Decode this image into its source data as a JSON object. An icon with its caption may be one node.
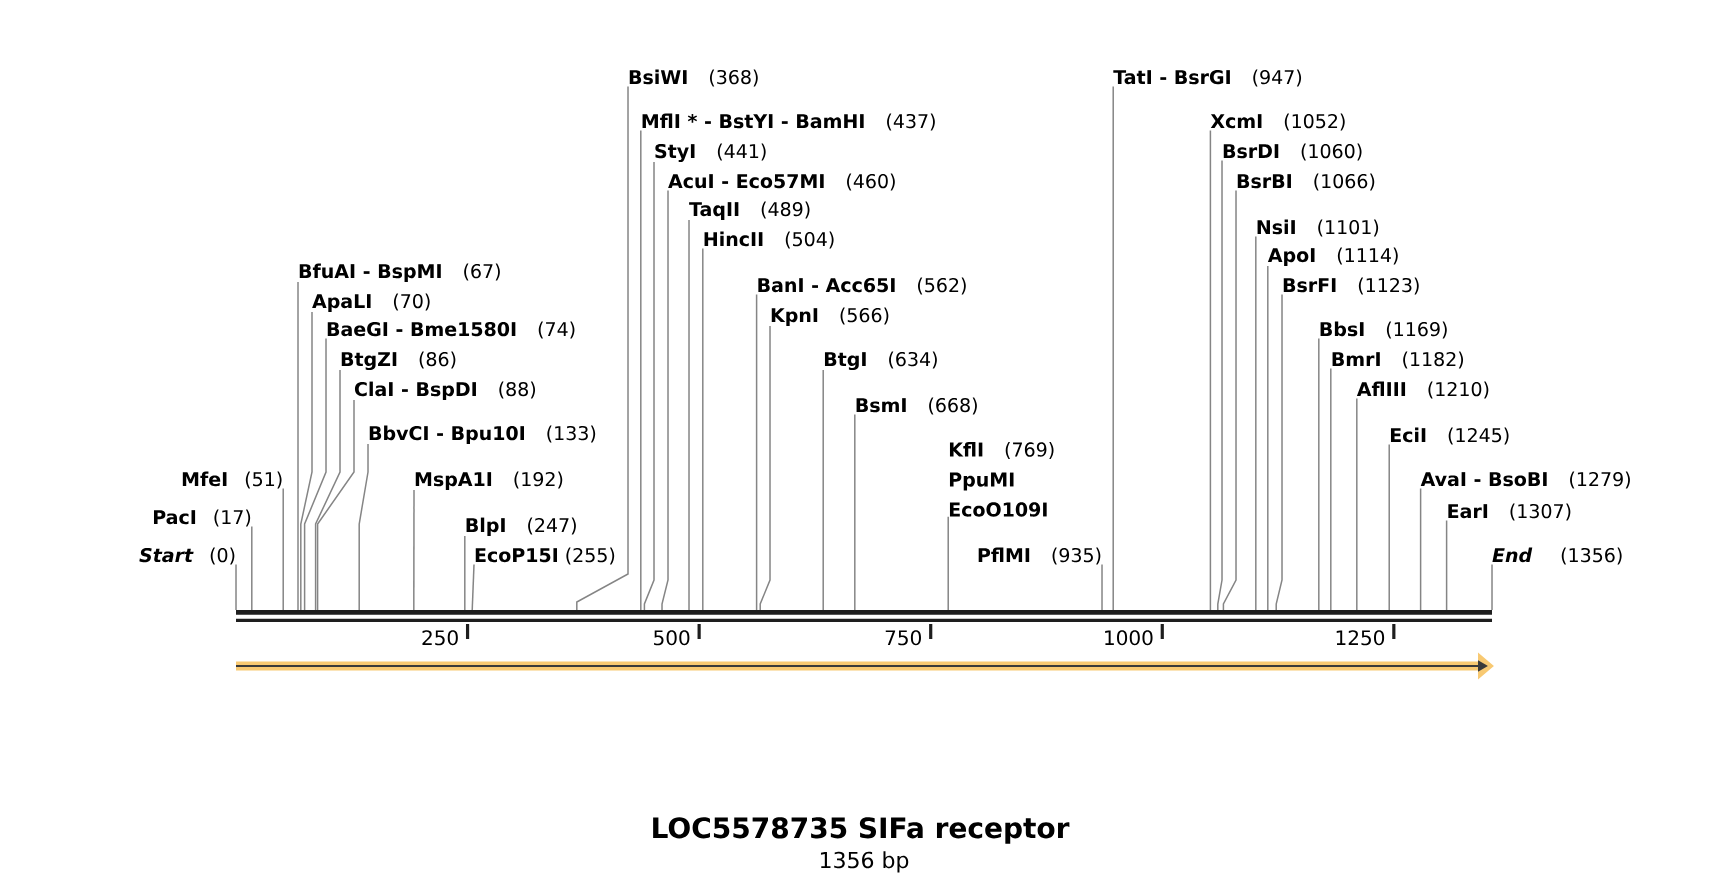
{
  "diagram": {
    "title": "LOC5578735 SIFa receptor",
    "caption": "1356 bp",
    "nodes": [
      {
        "text": [
          "Start",
          "(0)"
        ]
      },
      {
        "text": [
          "PacI",
          "(17)"
        ]
      },
      {
        "text": [
          "MfeI",
          "(51)"
        ]
      },
      {
        "text": [
          "BfuAI - BspMI",
          "(67)"
        ]
      },
      {
        "text": [
          "ApaLI",
          "(70)"
        ]
      },
      {
        "text": [
          "BaeGI - Bme1580I",
          "(74)"
        ]
      },
      {
        "text": [
          "BtgZI",
          "(86)"
        ]
      },
      {
        "text": [
          "ClaI - BspDI",
          "(88)"
        ]
      },
      {
        "text": [
          "BbvCI - Bpu10I",
          "(133)"
        ]
      },
      {
        "text": [
          "MspA1I",
          "(192)"
        ]
      },
      {
        "text": [
          "BlpI",
          "(247)"
        ]
      },
      {
        "text": [
          "EcoP15I",
          "(255)"
        ]
      },
      {
        "text": [
          "BsiWI",
          "(368)"
        ]
      },
      {
        "text": [
          "MflI * - BstYI - BamHI",
          "(437)"
        ]
      },
      {
        "text": [
          "StyI",
          "(441)"
        ]
      },
      {
        "text": [
          "AcuI - Eco57MI",
          "(460)"
        ]
      },
      {
        "text": [
          "TaqII",
          "(489)"
        ]
      },
      {
        "text": [
          "HincII",
          "(504)"
        ]
      },
      {
        "text": [
          "BanI - Acc65I",
          "(562)"
        ]
      },
      {
        "text": [
          "KpnI",
          "(566)"
        ]
      },
      {
        "text": [
          "BtgI",
          "(634)"
        ]
      },
      {
        "text": [
          "BsmI",
          "(668)"
        ]
      },
      {
        "text": [
          "KflI",
          "(769)",
          "PpuMI",
          "EcoO109I"
        ]
      },
      {
        "text": [
          "PflMI",
          "(935)"
        ]
      },
      {
        "text": [
          "TatI - BsrGI",
          "(947)"
        ]
      },
      {
        "text": [
          "XcmI",
          "(1052)"
        ]
      },
      {
        "text": [
          "BsrDI",
          "(1060)"
        ]
      },
      {
        "text": [
          "BsrBI",
          "(1066)"
        ]
      },
      {
        "text": [
          "NsiI",
          "(1101)"
        ]
      },
      {
        "text": [
          "ApoI",
          "(1114)"
        ]
      },
      {
        "text": [
          "BsrFI",
          "(1123)"
        ]
      },
      {
        "text": [
          "BbsI",
          "(1169)"
        ]
      },
      {
        "text": [
          "BmrI",
          "(1182)"
        ]
      },
      {
        "text": [
          "AflIII",
          "(1210)"
        ]
      },
      {
        "text": [
          "EciI",
          "(1245)"
        ]
      },
      {
        "text": [
          "AvaI - BsoBI",
          "(1279)"
        ]
      },
      {
        "text": [
          "EarI",
          "(1307)"
        ]
      },
      {
        "text": [
          "End",
          "(1356)"
        ]
      },
      {
        "text": [],
        "shape": "bar"
      }
    ],
    "edges": [
      {
        "from": 0,
        "to": 38,
        "arrow": "none"
      },
      {
        "from": 1,
        "to": 38,
        "arrow": "none"
      },
      {
        "from": 2,
        "to": 38,
        "arrow": "none"
      },
      {
        "from": 3,
        "to": 38,
        "arrow": "none"
      },
      {
        "from": 4,
        "to": 38,
        "arrow": "none"
      },
      {
        "from": 5,
        "to": 38,
        "arrow": "none"
      },
      {
        "from": 6,
        "to": 38,
        "arrow": "none"
      },
      {
        "from": 7,
        "to": 38,
        "arrow": "none"
      },
      {
        "from": 8,
        "to": 38,
        "arrow": "none"
      },
      {
        "from": 9,
        "to": 38,
        "arrow": "none"
      },
      {
        "from": 10,
        "to": 38,
        "arrow": "none"
      },
      {
        "from": 11,
        "to": 38,
        "arrow": "none"
      },
      {
        "from": 12,
        "to": 38,
        "arrow": "none"
      },
      {
        "from": 13,
        "to": 38,
        "arrow": "none"
      },
      {
        "from": 14,
        "to": 38,
        "arrow": "none"
      },
      {
        "from": 15,
        "to": 38,
        "arrow": "none"
      },
      {
        "from": 16,
        "to": 38,
        "arrow": "none"
      },
      {
        "from": 17,
        "to": 38,
        "arrow": "none"
      },
      {
        "from": 18,
        "to": 38,
        "arrow": "none"
      },
      {
        "from": 19,
        "to": 38,
        "arrow": "none"
      },
      {
        "from": 20,
        "to": 38,
        "arrow": "none"
      },
      {
        "from": 21,
        "to": 38,
        "arrow": "none"
      },
      {
        "from": 22,
        "to": 38,
        "arrow": "none"
      },
      {
        "from": 23,
        "to": 38,
        "arrow": "none"
      },
      {
        "from": 24,
        "to": 38,
        "arrow": "none"
      },
      {
        "from": 25,
        "to": 38,
        "arrow": "none"
      },
      {
        "from": 26,
        "to": 38,
        "arrow": "none"
      },
      {
        "from": 27,
        "to": 38,
        "arrow": "none"
      },
      {
        "from": 28,
        "to": 38,
        "arrow": "none"
      },
      {
        "from": 29,
        "to": 38,
        "arrow": "none"
      },
      {
        "from": 30,
        "to": 38,
        "arrow": "none"
      },
      {
        "from": 31,
        "to": 38,
        "arrow": "none"
      },
      {
        "from": 32,
        "to": 38,
        "arrow": "none"
      },
      {
        "from": 33,
        "to": 38,
        "arrow": "none"
      },
      {
        "from": 34,
        "to": 38,
        "arrow": "none"
      },
      {
        "from": 35,
        "to": 38,
        "arrow": "none"
      },
      {
        "from": 36,
        "to": 38,
        "arrow": "none"
      },
      {
        "from": 37,
        "to": 38,
        "arrow": "none"
      }
    ],
    "labels": [
      "250",
      "500",
      "750",
      "1000",
      "1250"
    ]
  }
}
